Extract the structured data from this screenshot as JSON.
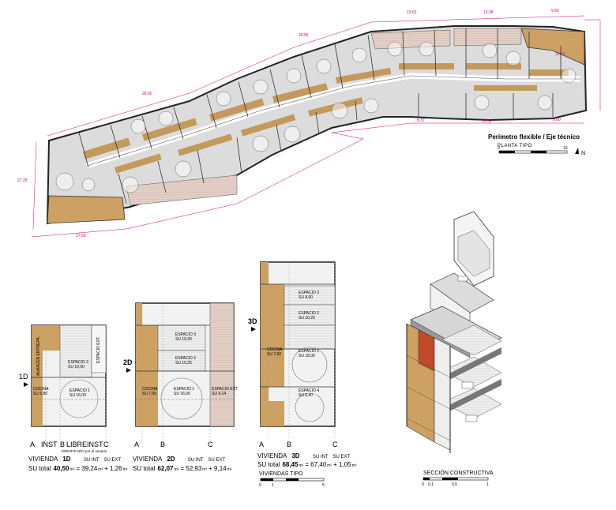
{
  "site_plan": {
    "title": "Perímetro flexible / Eje técnico",
    "subtitle": "PLANTA TIPO",
    "scale": {
      "start": "0",
      "end": "10",
      "north": "N"
    },
    "dimensions": [
      "13.62",
      "13.38",
      "9.65",
      "29.56",
      "12.52",
      "8.37",
      "13.32",
      "6.60",
      "28.60",
      "17.50",
      "27.25"
    ]
  },
  "unit_1d": {
    "tag": "1D",
    "spaces": [
      {
        "name": "ESPACIO 2",
        "area": "SU 10,00"
      },
      {
        "name": "ESPACIO 1",
        "area": "SU 16,00"
      },
      {
        "name": "COCINA",
        "area": "SU 5,80"
      }
    ],
    "storage": "ALMACÉN ENTREPA.",
    "ext": "ESPACIO EXT.",
    "axes": [
      "A",
      "B",
      "C"
    ],
    "zones": [
      "INST",
      "LIBRE",
      "INST"
    ],
    "note": "MODIFICADO por el usuario",
    "label": "VIVIENDA",
    "su_int": "SU INT",
    "su_ext": "SU EXT",
    "total_label": "SU total",
    "total": "40,50",
    "int": "39,24",
    "ext_val": "1,26",
    "unit": "m²"
  },
  "unit_2d": {
    "tag": "2D",
    "spaces": [
      {
        "name": "ESPACIO 3",
        "area": "SU 10,30"
      },
      {
        "name": "ESPACIO 2",
        "area": "SU 10,25"
      },
      {
        "name": "ESPACIO 1",
        "area": "SU 16,00"
      },
      {
        "name": "COCINA",
        "area": "SU 7,09"
      },
      {
        "name": "ESPACIO EXT.",
        "area": "SU 9,14"
      }
    ],
    "axes": [
      "A",
      "B",
      "C"
    ],
    "label": "VIVIENDA",
    "su_int": "SU INT",
    "su_ext": "SU EXT",
    "total_label": "SU total",
    "total": "62,07",
    "int": "52,93",
    "ext_val": "9,14",
    "unit": "m²"
  },
  "unit_3d": {
    "tag": "3D",
    "spaces": [
      {
        "name": "ESPACIO 3",
        "area": "SU 8,00"
      },
      {
        "name": "ESPACIO 2",
        "area": "SU 10,25"
      },
      {
        "name": "ESPACIO 1",
        "area": "SU 18,00"
      },
      {
        "name": "COCINA",
        "area": "SU 7,60"
      },
      {
        "name": "ESPACIO 4",
        "area": "SU 6,40"
      }
    ],
    "axes": [
      "A",
      "B",
      "C"
    ],
    "label": "VIVIENDA",
    "su_int": "SU INT",
    "su_ext": "SU EXT",
    "total_label": "SU total",
    "total": "68,45",
    "int": "67,40",
    "ext_val": "1,05",
    "unit": "m²",
    "caption": "VIVIENDAS TIPO",
    "scale": [
      "0",
      "1",
      "5"
    ]
  },
  "section": {
    "caption": "SECCIÓN CONSTRUCTIVA",
    "scale": [
      "0",
      "0,1",
      "0,5",
      "1"
    ]
  },
  "colors": {
    "wood": "#c9a063",
    "grey": "#b7b7b7",
    "light": "#e6e6e6",
    "dim": "#d4007f",
    "pink": "#d8b6c2",
    "red": "#c04a2a"
  }
}
